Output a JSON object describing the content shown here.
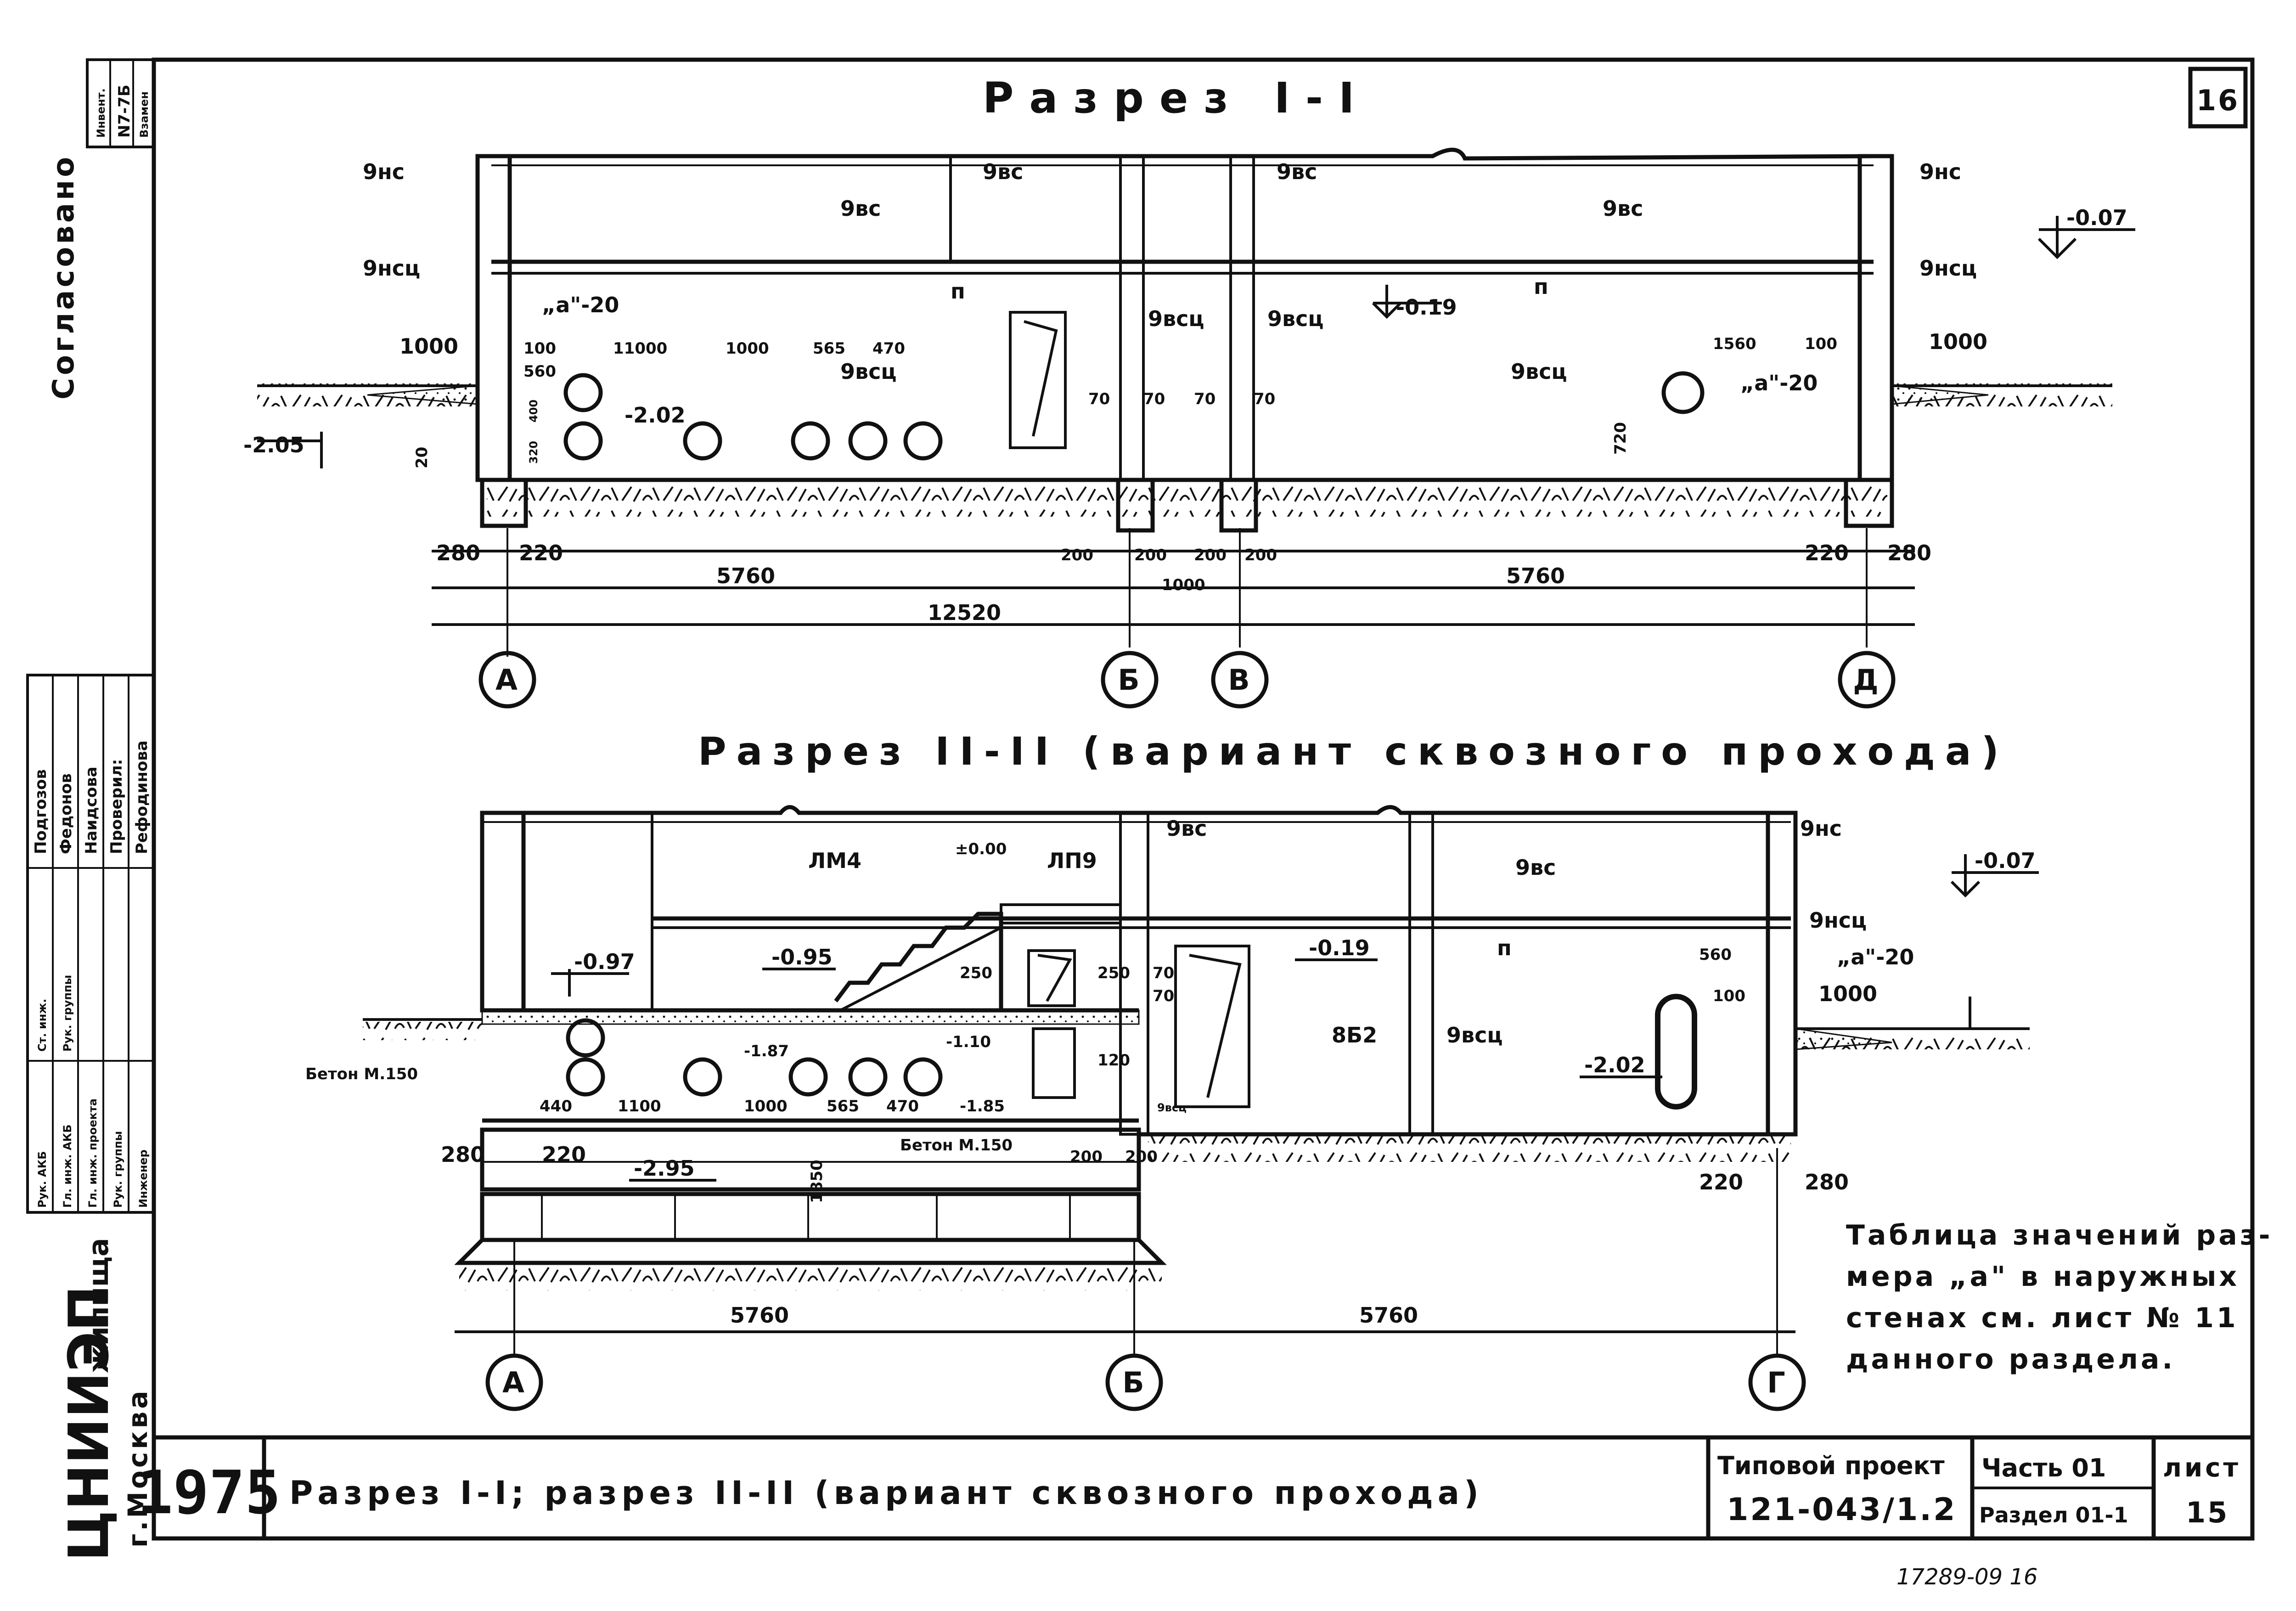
{
  "sheet_number": "16",
  "section1": {
    "title": "Разрез I-I",
    "labels": {
      "wall_left_top": "9нс",
      "wall_left_low": "9нсц",
      "wall_mid_top1": "9вс",
      "wall_mid_top2": "9вс",
      "panel_left": "9вс",
      "panel_right": "9вс",
      "wall_right_top": "9нс",
      "wall_right_low": "9нсц",
      "inner_wall_1": "9всц",
      "inner_wall_2": "9всц",
      "plinth_left": "9всц",
      "plinth_right": "9всц",
      "slab_mark_1": "п",
      "slab_mark_2": "п",
      "level_outer": "-0.07",
      "level_floor": "-0.19",
      "level_ground": "-2.05",
      "level_pipe": "-2.02",
      "a_left": "„а\"-20",
      "a_right": "„а\"-20"
    },
    "dims": {
      "d1000l": "1000",
      "d100": "100",
      "d11000": "11000",
      "d1000m": "1000",
      "d565": "565",
      "d470": "470",
      "d560": "560",
      "d400": "400",
      "d320": "320",
      "d20": "20",
      "d70a": "70",
      "d70b": "70",
      "d70c": "70",
      "d70d": "70",
      "d1560": "1560",
      "d100r": "100",
      "d1000r": "1000",
      "d720": "720",
      "d280l": "280",
      "d220l": "220",
      "d200a": "200",
      "d200b": "200",
      "d200c": "200",
      "d200d": "200",
      "d220r": "220",
      "d280r": "280",
      "d5760l": "5760",
      "d1000c": "1000",
      "d5760r": "5760",
      "d12520": "12520"
    },
    "axes": [
      "А",
      "Б",
      "В",
      "Д"
    ]
  },
  "section2": {
    "title": "Разрез II-II (вариант сквозного прохода)",
    "labels": {
      "wall_top": "9вс",
      "panel": "9вс",
      "wall_right": "9нс",
      "wall_right_low": "9нсц",
      "stair": "ЛМ4",
      "landing": "ЛП9",
      "zero": "±0.00",
      "level_097": "-0.97",
      "level_095": "-0.95",
      "level_019": "-0.19",
      "level_007": "-0.07",
      "level_187": "-1.87",
      "level_110": "-1.10",
      "level_185": "-1.85",
      "level_202": "-2.02",
      "level_295": "-2.95",
      "slab_mark": "п",
      "beam": "8Б2",
      "inner_wall": "9всц",
      "inner_wall_small": "9всц",
      "concrete_left": "Бетон М.150",
      "concrete_mid": "Бетон М.150",
      "a_right": "„а\"-20"
    },
    "dims": {
      "d250a": "250",
      "d250b": "250",
      "d70a": "70",
      "d70b": "70",
      "d120": "120",
      "d440": "440",
      "d1100": "1100",
      "d1000": "1000",
      "d565": "565",
      "d470": "470",
      "d560": "560",
      "d100": "100",
      "d1000r": "1000",
      "d280l": "280",
      "d220l": "220",
      "d1850": "1850",
      "d200a": "200",
      "d200b": "200",
      "d220r": "220",
      "d280r": "280",
      "d5760l": "5760",
      "d5760r": "5760"
    },
    "axes": [
      "А",
      "Б",
      "Г"
    ]
  },
  "note": [
    "Таблица значений раз-",
    "мера „а\" в наружных",
    "стенах см. лист № 11",
    "данного раздела."
  ],
  "approval": {
    "vertical_label": "Согласовано",
    "inv": "Инвент.",
    "inv_no": "N7-7Б",
    "inv_x": "Взамен",
    "names": [
      "Подгозов",
      "Федонов",
      "Наидсова",
      "Проверил:",
      "Рефодинова"
    ],
    "roles": [
      "Рук. АКБ",
      "Гл. инж. АКБ",
      "Гл. инж. проекта",
      "Рук. группы",
      "Инженер",
      "Ст. инж.",
      "Рук. группы"
    ]
  },
  "org": {
    "name": "ЦНИИЭП",
    "sub": "жилища",
    "city": "г.Москва"
  },
  "title_block": {
    "year": "1975",
    "title": "Разрез I-I; разрез II-II (вариант сквозного прохода)",
    "project_label": "Типовой проект",
    "project_no": "121-043/1.2",
    "part": "Часть 01",
    "section": "Раздел 01-1",
    "sheet_label": "лист",
    "sheet_value": "15"
  },
  "footer_number": "17289-09   16"
}
